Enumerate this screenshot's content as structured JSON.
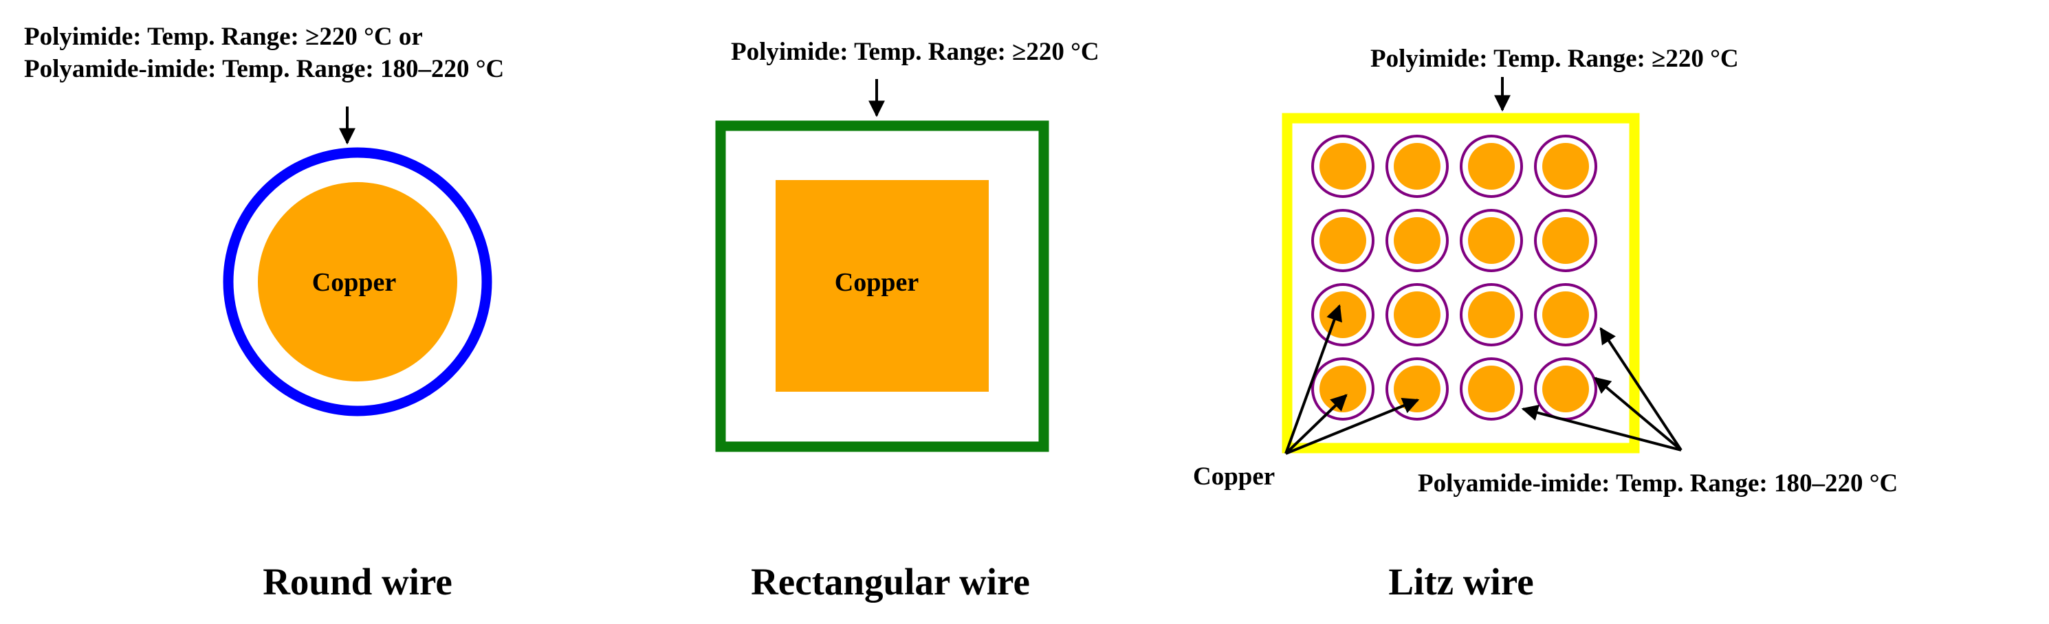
{
  "colors": {
    "copper": "#FFA500",
    "round_insulation": "#0000FF",
    "rect_insulation": "#0A7D0A",
    "litz_outer": "#FFFF00",
    "litz_strand_ring": "#800080",
    "arrow": "#000000",
    "text": "#000000"
  },
  "round": {
    "label_line1": "Polyimide: Temp. Range: ≥220 °C  or",
    "label_line2": "Polyamide-imide: Temp. Range: 180–220 °C",
    "core_label": "Copper",
    "caption": "Round wire"
  },
  "rectangular": {
    "label": "Polyimide: Temp. Range: ≥220 °C",
    "core_label": "Copper",
    "caption": "Rectangular wire"
  },
  "litz": {
    "label": "Polyimide: Temp. Range: ≥220 °C",
    "copper_label": "Copper",
    "strand_insulation_label": "Polyamide-imide: Temp. Range: 180–220 °C",
    "caption": "Litz wire",
    "strand_rows": 4,
    "strand_cols": 4
  }
}
